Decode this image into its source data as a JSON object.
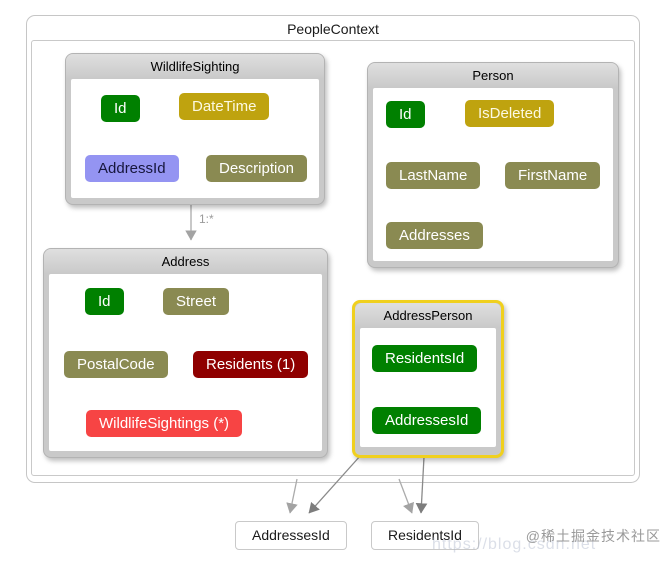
{
  "diagram": {
    "title": "PeopleContext",
    "connector_label": "1:*",
    "entities": [
      {
        "title": "WildlifeSighting",
        "fields": [
          {
            "label": "Id",
            "color": "green"
          },
          {
            "label": "DateTime",
            "color": "gold"
          },
          {
            "label": "AddressId",
            "color": "periwinkle"
          },
          {
            "label": "Description",
            "color": "olive"
          }
        ]
      },
      {
        "title": "Person",
        "fields": [
          {
            "label": "Id",
            "color": "green"
          },
          {
            "label": "IsDeleted",
            "color": "gold"
          },
          {
            "label": "LastName",
            "color": "olive"
          },
          {
            "label": "FirstName",
            "color": "olive"
          },
          {
            "label": "Addresses",
            "color": "olive"
          }
        ]
      },
      {
        "title": "Address",
        "fields": [
          {
            "label": "Id",
            "color": "green"
          },
          {
            "label": "Street",
            "color": "olive"
          },
          {
            "label": "PostalCode",
            "color": "olive"
          },
          {
            "label": "Residents (1)",
            "color": "dark_red"
          },
          {
            "label": "WildlifeSightings (*)",
            "color": "bright_red"
          }
        ]
      },
      {
        "title": "AddressPerson",
        "highlighted": true,
        "fields": [
          {
            "label": "ResidentsId",
            "color": "green"
          },
          {
            "label": "AddressesId",
            "color": "green"
          }
        ]
      }
    ],
    "shadow_properties": [
      {
        "label": "AddressesId"
      },
      {
        "label": "ResidentsId"
      }
    ],
    "colors": {
      "green": {
        "bg": "#008000",
        "fg": "#ffffff"
      },
      "gold": {
        "bg": "#bfa30f",
        "fg": "#fcf9e2"
      },
      "olive": {
        "bg": "#8a8a52",
        "fg": "#ffffff"
      },
      "periwinkle": {
        "bg": "#9494f2",
        "fg": "#16163c"
      },
      "dark_red": {
        "bg": "#8f0000",
        "fg": "#ffffff"
      },
      "bright_red": {
        "bg": "#f74444",
        "fg": "#ffffff"
      },
      "highlight": {
        "bg": "#f0d01e",
        "fg": "#000000"
      }
    },
    "watermark": {
      "text": "@稀土掘金技术社区",
      "faint_text": "https://blog.csdn.net"
    }
  }
}
